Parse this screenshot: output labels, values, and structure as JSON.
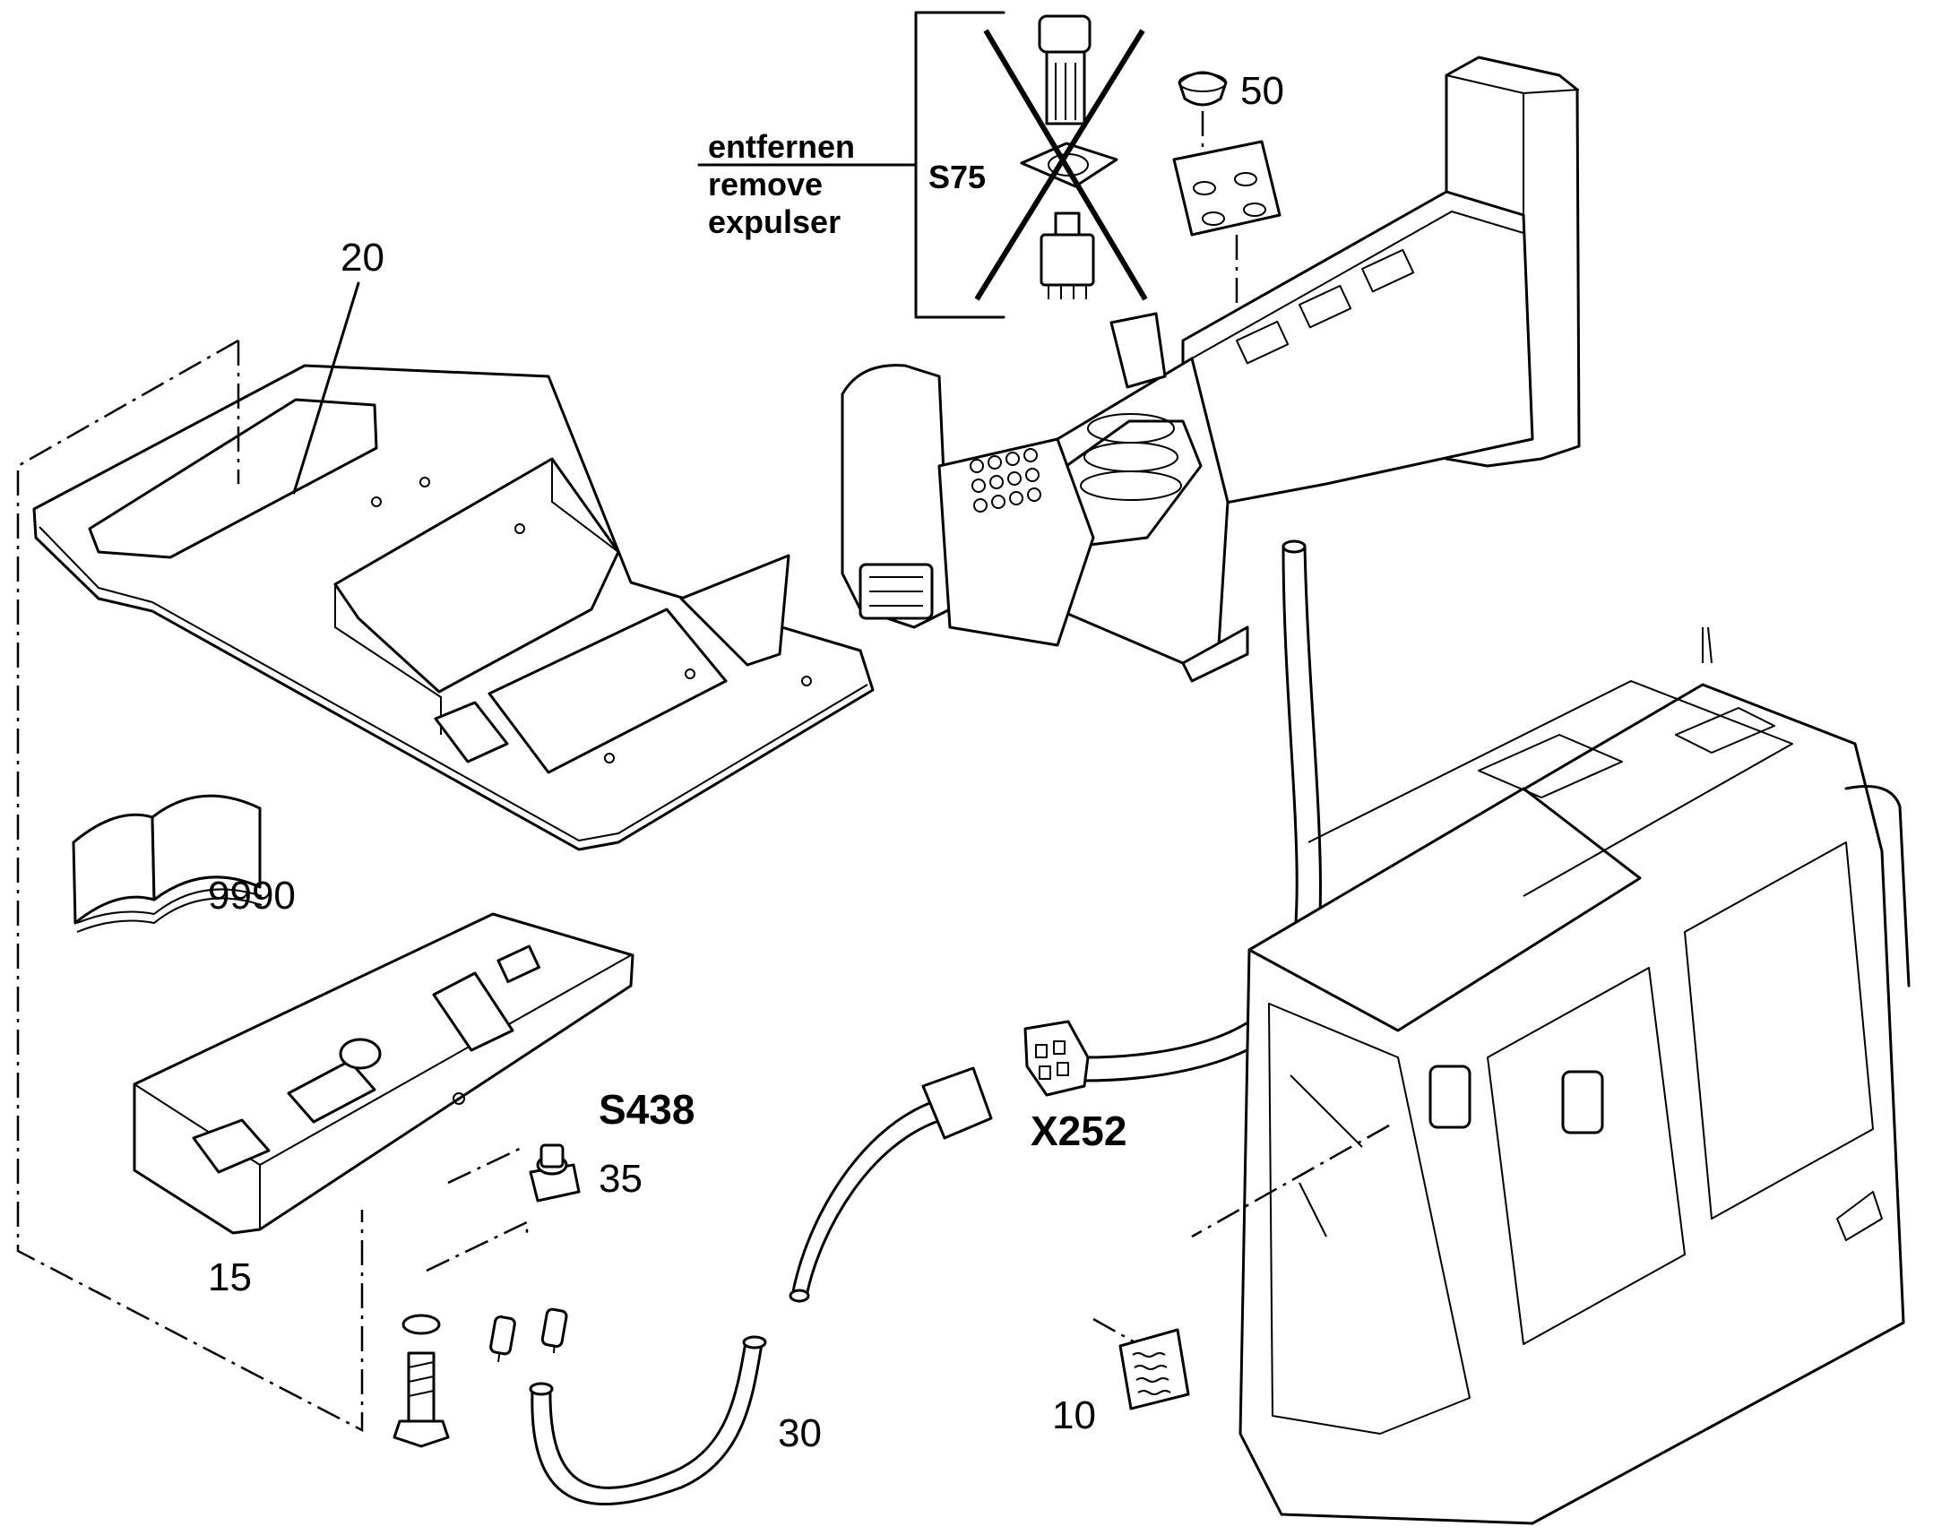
{
  "callouts": {
    "remove_note": {
      "de": "entfernen",
      "en": "remove",
      "fr": "expulser"
    },
    "s75": "S75",
    "s438": "S438",
    "x252": "X252",
    "p10": "10",
    "p15": "15",
    "p20": "20",
    "p30": "30",
    "p35": "35",
    "p50": "50",
    "p9990": "9990"
  },
  "icons": {
    "book": "manual-book-icon",
    "sticker": "label-sticker-icon",
    "switch": "switch-icon",
    "relay": "relay-icon",
    "plug": "blanking-plug-icon",
    "connector": "connector-icon"
  },
  "colors": {
    "line": "#000000",
    "background": "#ffffff"
  }
}
